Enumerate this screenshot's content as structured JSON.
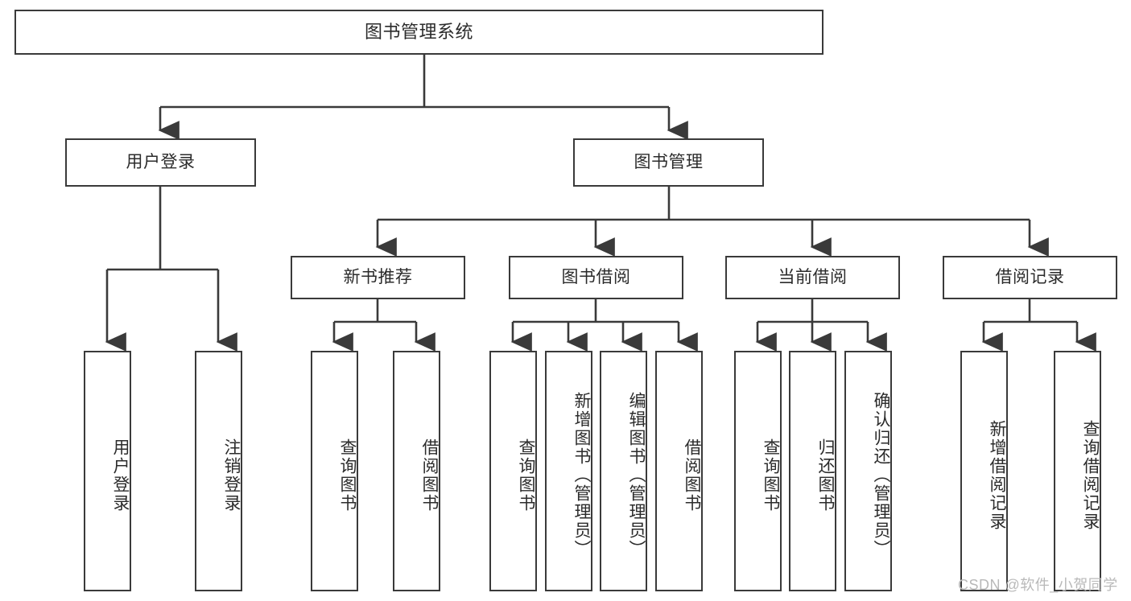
{
  "diagram": {
    "title": "图书管理系统",
    "type": "hierarchy-tree",
    "root": {
      "label": "图书管理系统"
    },
    "level2": [
      {
        "label": "用户登录"
      },
      {
        "label": "图书管理"
      }
    ],
    "level3": [
      {
        "label": "新书推荐"
      },
      {
        "label": "图书借阅"
      },
      {
        "label": "当前借阅"
      },
      {
        "label": "借阅记录"
      }
    ],
    "leaves": {
      "user_login": [
        {
          "label": "用户登录"
        },
        {
          "label": "注销登录"
        }
      ],
      "new_book": [
        {
          "label": "查询图书"
        },
        {
          "label": "借阅图书"
        }
      ],
      "book_borrow": [
        {
          "label": "查询图书"
        },
        {
          "label": "新增图书（管理员）"
        },
        {
          "label": "编辑图书（管理员）"
        },
        {
          "label": "借阅图书"
        }
      ],
      "current_borrow": [
        {
          "label": "查询图书"
        },
        {
          "label": "归还图书"
        },
        {
          "label": "确认归还（管理员）"
        }
      ],
      "borrow_record": [
        {
          "label": "新增借阅记录"
        },
        {
          "label": "查询借阅记录"
        }
      ]
    }
  },
  "watermark": {
    "text": "CSDN @软件_小贺同学"
  },
  "colors": {
    "border": "#3a3a3a",
    "text": "#2b2b2b",
    "background": "#ffffff",
    "watermark": "#b9b9b9"
  }
}
